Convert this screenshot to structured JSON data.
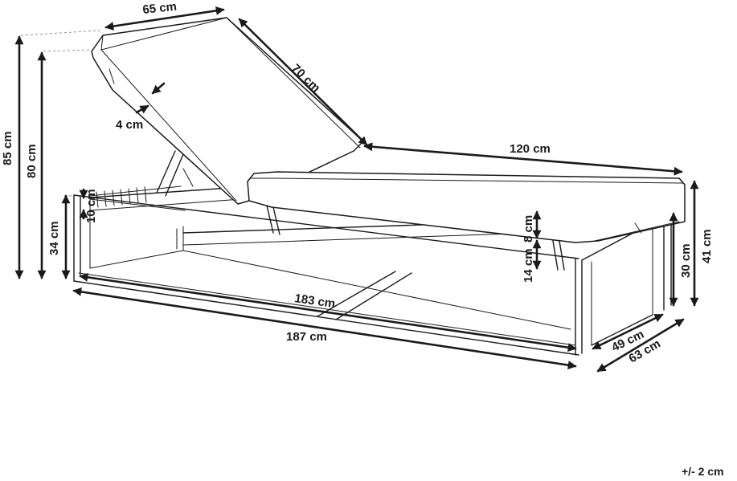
{
  "dimensions": {
    "backrest_width": "65 cm",
    "backrest_length": "70 cm",
    "backrest_thickness": "4 cm",
    "height_total": "85 cm",
    "height_backrest_top": "80 cm",
    "seat_cushion_length": "120 cm",
    "frame_rear_height": "34 cm",
    "slat_thickness": "10 cm",
    "cushion_thickness": "8 cm",
    "rail_height": "14 cm",
    "front_leg_height": "30 cm",
    "height_with_cushion": "41 cm",
    "inner_length": "183 cm",
    "total_length": "187 cm",
    "inner_width": "49 cm",
    "total_width": "63 cm"
  },
  "tolerance": "+/- 2 cm"
}
